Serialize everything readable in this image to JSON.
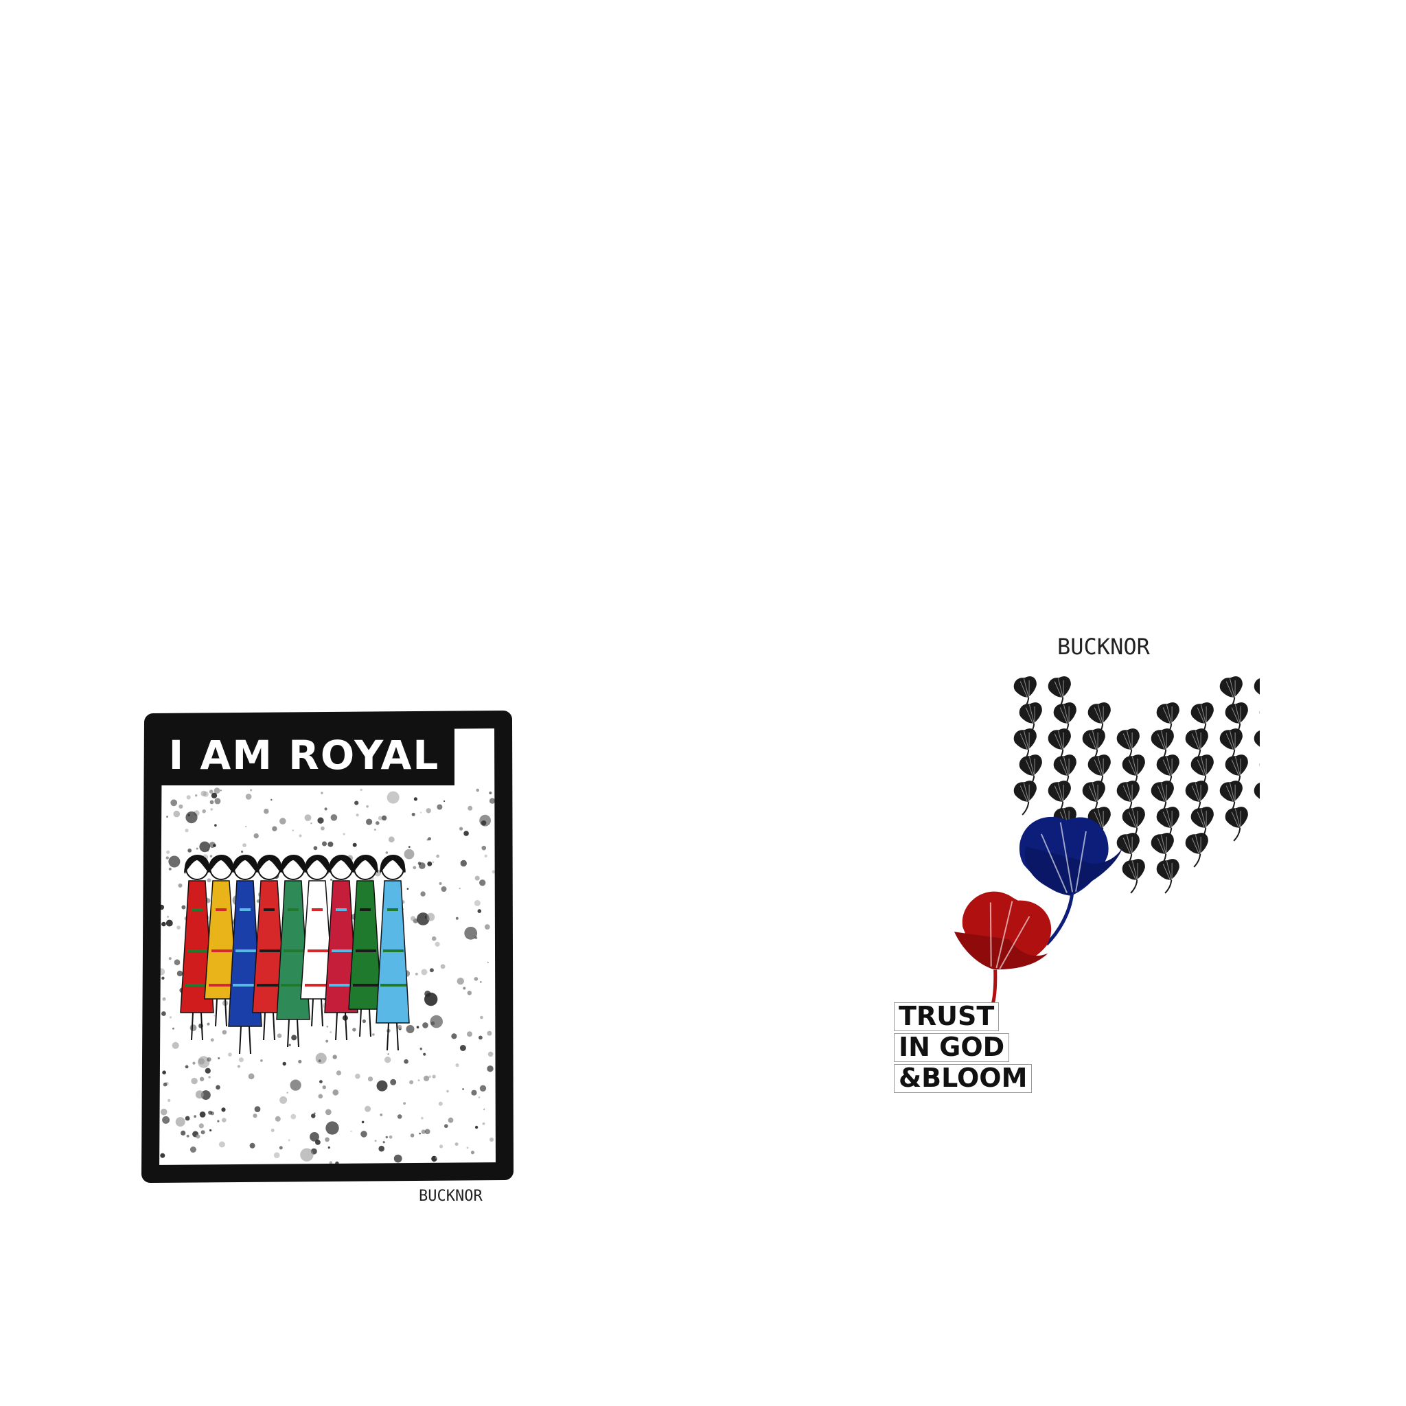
{
  "royal": {
    "title": "I AM ROYAL",
    "signature": "BUCKNOR"
  },
  "bloom": {
    "signature": "BUCKNOR",
    "lines": [
      "TRUST",
      "IN GOD",
      "&BLOOM"
    ]
  },
  "colors": {
    "frame": "#111111",
    "flower_black": "#1a1a1a",
    "flower_blue": "#0d1e7a",
    "flower_red": "#b01010",
    "background": "#ffffff"
  }
}
